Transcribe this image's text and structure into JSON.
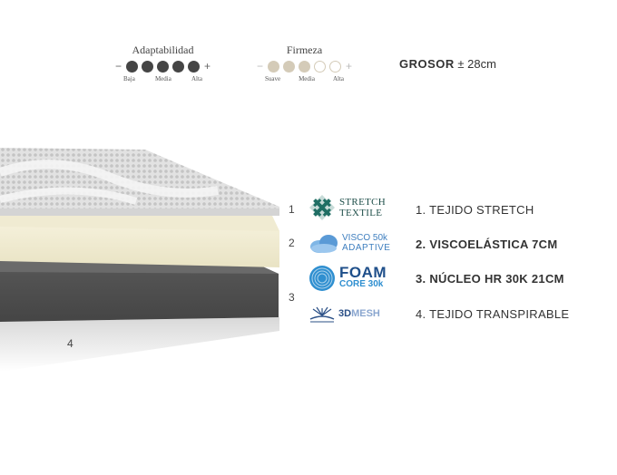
{
  "ratings": {
    "adaptabilidad": {
      "title": "Adaptabilidad",
      "minus": "−",
      "plus": "+",
      "filled": 5,
      "total": 5,
      "color": "#454545",
      "scale": [
        "Baja",
        "Media",
        "Alta"
      ]
    },
    "firmeza": {
      "title": "Firmeza",
      "minus": "−",
      "plus": "+",
      "filled": 3,
      "total": 5,
      "color": "#d4cbb8",
      "scale": [
        "Suave",
        "Media",
        "Alta"
      ]
    }
  },
  "grosor": {
    "label": "GROSOR",
    "value": "± 28cm"
  },
  "layer_numbers": [
    "1",
    "2",
    "3",
    "4"
  ],
  "logos": {
    "stretch": {
      "line1": "STRETCH",
      "line2": "TEXTILE",
      "color": "#1f6e64"
    },
    "visco": {
      "line1": "VISCO 50k",
      "line2": "ADAPTIVE",
      "color": "#4a8fc8"
    },
    "foam": {
      "line1": "FOAM",
      "line2": "CORE 30k",
      "color": "#1f4f8a"
    },
    "mesh": {
      "line1": "3D",
      "line2": "MESH",
      "color": "#2a4f86"
    }
  },
  "layers": [
    {
      "label": "1. TEJIDO STRETCH",
      "bold": false
    },
    {
      "label": "2. VISCOELÁSTICA 7CM",
      "bold": true
    },
    {
      "label": "3. NÚCLEO HR 30K 21CM",
      "bold": true
    },
    {
      "label": "4. TEJIDO TRANSPIRABLE",
      "bold": false
    }
  ]
}
